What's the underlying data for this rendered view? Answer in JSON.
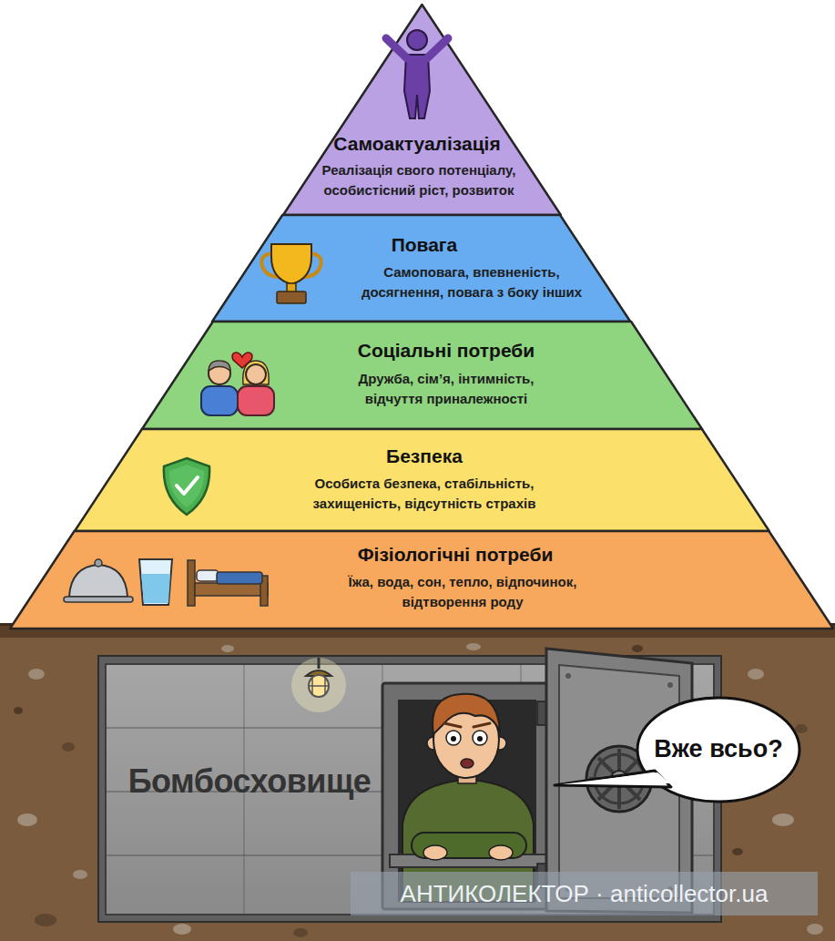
{
  "diagram": {
    "nodes": [
      {
        "text": [
          "Самоактуалізація",
          "Реалізація свого потенціалу, особистісний ріст, розвиток"
        ]
      },
      {
        "text": [
          "Повага",
          "Самоповага, впевненість, досягнення, повага з боку інших"
        ]
      },
      {
        "text": [
          "Соціальні потреби",
          "Дружба, сім’я, інтимність, відчуття приналежності"
        ]
      },
      {
        "text": [
          "Безпека",
          "Особиста безпека, стабільність, захищеність, відсутність страхів"
        ]
      },
      {
        "text": [
          "Фізіологічні потреби",
          "Їжа, вода, сон, тепло, відпочинок, відтворення роду"
        ]
      },
      {
        "text": [
          "Бомбосховище"
        ]
      },
      {
        "text": [
          "Вже всьо?"
        ]
      }
    ],
    "labels": [
      "АНТИКОЛЕКТОР · anticollector.ua"
    ]
  }
}
